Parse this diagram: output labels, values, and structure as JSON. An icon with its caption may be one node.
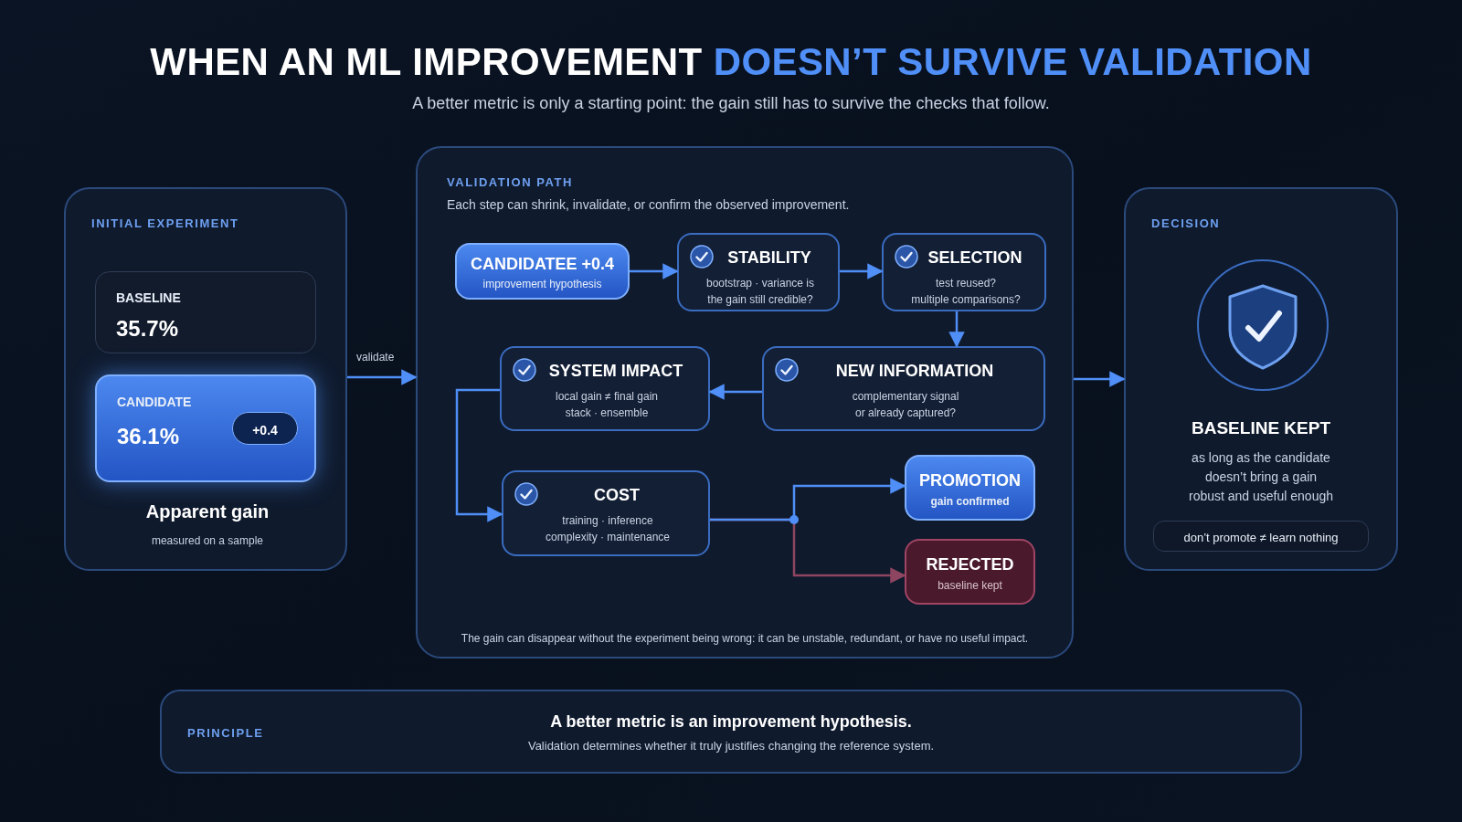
{
  "diagram": {
    "title": "WHEN AN ML IMPROVEMENT **DOESN’T SURVIVE VALIDATION**",
    "nodes": [
      {
        "text": [
          "INITIAL EXPERIMENT",
          "Apparent gain",
          "measured on a sample"
        ]
      },
      {
        "text": [
          "BASELINE",
          "35.7%"
        ],
        "in": 0
      },
      {
        "text": [
          "CANDIDATE",
          "36.1%"
        ],
        "in": 0
      },
      {
        "text": [
          "+0.4"
        ],
        "in": 2
      },
      {
        "text": [
          "VALIDATION PATH",
          "Each step can shrink, invalidate, or confirm the observed improvement.",
          "The gain can disappear without the experiment being wrong: it can be unstable, redundant, or have no useful impact."
        ]
      },
      {
        "text": [
          "CANDIDATEE +0.4",
          "improvement hypothesis"
        ],
        "in": 4
      },
      {
        "text": [
          "STABILITY",
          "bootstrap · variance is the gain still credible?"
        ],
        "in": 4
      },
      {
        "text": [
          "SELECTION",
          "test reused? multiple comparisons?"
        ],
        "in": 4
      },
      {
        "text": [
          "SYSTEM IMPACT",
          "local gain ≠ final gain stack · ensemble"
        ],
        "in": 4
      },
      {
        "text": [
          "NEW INFORMATION",
          "complementary signal or already captured?"
        ],
        "in": 4
      },
      {
        "text": [
          "COST",
          "training · inference complexity · maintenance"
        ],
        "in": 4
      },
      {
        "text": [
          "PROMOTION",
          "gain confirmed"
        ],
        "in": 4
      },
      {
        "text": [
          "REJECTED",
          "baseline kept"
        ],
        "in": 4
      },
      {
        "text": [
          "DECISION",
          "BASELINE KEPT",
          "as long as the candidate doesn’t bring a gain robust and useful enough"
        ]
      },
      {
        "text": [
          "don’t promote ≠ learn nothing"
        ],
        "in": 13
      },
      {
        "text": [
          "PRINCIPLE",
          "A better metric is an improvement hypothesis.",
          "Validation determines whether it truly justifies changing the reference system."
        ]
      }
    ],
    "edges": [
      {
        "from": 0,
        "to": 4,
        "arrow": "to",
        "label": "validate"
      },
      {
        "from": 5,
        "to": 6,
        "arrow": "to"
      },
      {
        "from": 6,
        "to": 7,
        "arrow": "to"
      },
      {
        "from": 7,
        "to": 9,
        "arrow": "to"
      },
      {
        "from": 9,
        "to": 8,
        "arrow": "to"
      },
      {
        "from": 8,
        "to": 10,
        "arrow": "to"
      },
      {
        "from": 10,
        "to": 11,
        "arrow": "to"
      },
      {
        "from": 10,
        "to": 12,
        "arrow": "to",
        "color": "#8e4560"
      },
      {
        "from": 4,
        "to": 13,
        "arrow": "to"
      }
    ],
    "labels": [
      "A better metric is only a starting point: the gain still has to survive the checks that follow."
    ]
  }
}
